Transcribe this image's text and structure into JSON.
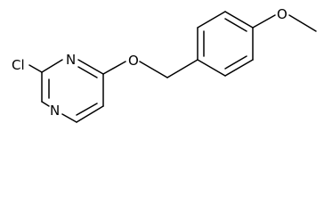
{
  "molecule": {
    "atoms": {
      "chlorine": "Cl",
      "nitrogen_top": "N",
      "nitrogen_bottom": "N",
      "ether_oxygen": "O",
      "methoxy_oxygen": "O"
    }
  },
  "colors": {
    "bond": "#000000",
    "background": "#ffffff"
  }
}
